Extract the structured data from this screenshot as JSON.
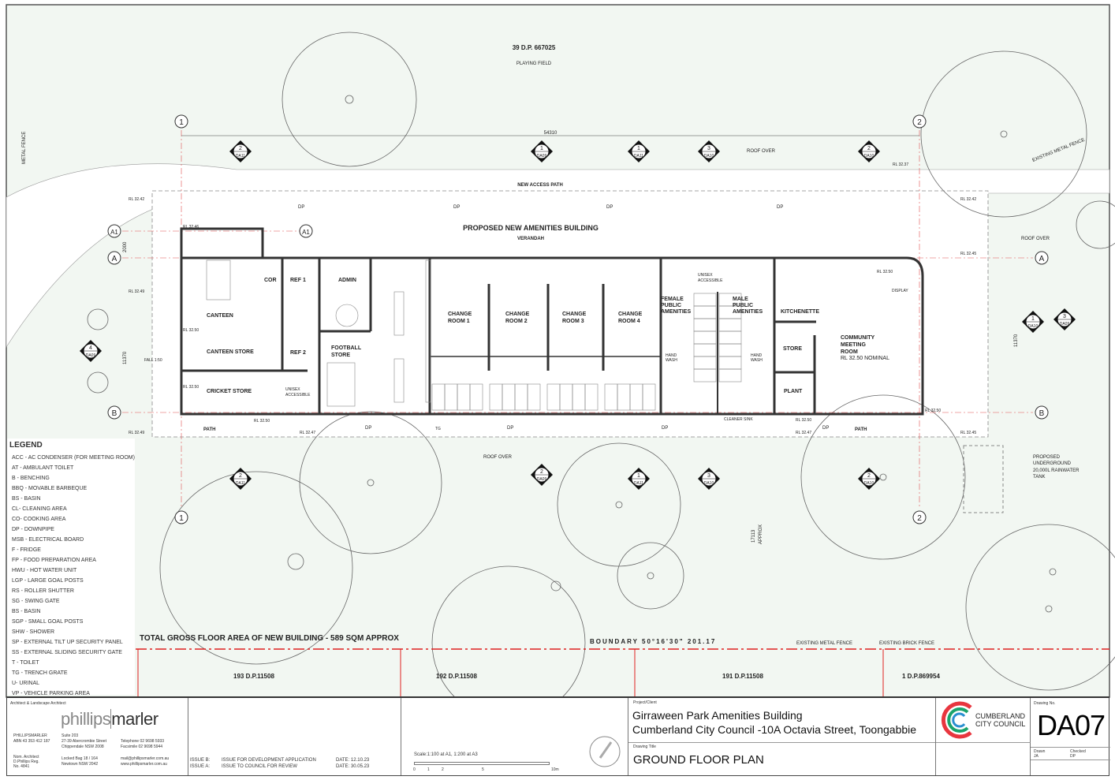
{
  "site": {
    "lot_top": "39 D.P. 667025",
    "lot_top_sub": "PLAYING FIELD",
    "metal_fence": "METAL FENCE",
    "existing_metal_fence_top": "EXISTING METAL FENCE",
    "access_path": "NEW ACCESS PATH",
    "overall_dim": "54310",
    "roof_over": "ROOF OVER",
    "building_title": "PROPOSED NEW AMENITIES BUILDING",
    "verandah": "VERANDAH",
    "dim_2000": "2000",
    "dim_11370": "11370",
    "dim_17113": "17113",
    "approx": "APPROX",
    "path": "PATH",
    "tank": [
      "PROPOSED",
      "UNDERGROUND",
      "20,000L RAINWATER",
      "TANK"
    ],
    "total_area": "TOTAL GROSS FLOOR AREA OF NEW BUILDING - 589 SQM APPROX",
    "boundary": "BOUNDARY  50°16'30\"  201.17",
    "existing_metal_fence": "EXISTING METAL FENCE",
    "existing_brick_fence": "EXISTING BRICK FENCE",
    "lots": [
      "193 D.P.11508",
      "192 D.P.11508",
      "191 D.P.11508",
      "1 D.P.869954"
    ],
    "grid": {
      "g1": "1",
      "g2": "2",
      "gA": "A",
      "gB": "B",
      "gA1": "A1"
    },
    "levels": {
      "rl3242": "RL 32.42",
      "rl3249": "RL 32.49",
      "rl3250": "RL 32.50",
      "rl3246": "RL 32.46",
      "rl3247": "RL 32.47",
      "rl3245": "RL 32.45",
      "rl3237": "RL 32.37"
    },
    "dp": "DP",
    "tg": "TG",
    "cleaner_sink": "CLEANER SINK",
    "fall": "FALL 1:50"
  },
  "sections": [
    {
      "num": "2",
      "ref": "DA11"
    },
    {
      "num": "1",
      "ref": "DA09"
    },
    {
      "num": "1",
      "ref": "DA11"
    },
    {
      "num": "3",
      "ref": "DA10"
    },
    {
      "num": "2",
      "ref": "DA10"
    },
    {
      "num": "1",
      "ref": "DA10"
    },
    {
      "num": "3",
      "ref": "DA09"
    },
    {
      "num": "4",
      "ref": "DA09"
    },
    {
      "num": "2",
      "ref": "DA11"
    },
    {
      "num": "2",
      "ref": "DA09"
    },
    {
      "num": "1",
      "ref": "DA11"
    },
    {
      "num": "3",
      "ref": "DA10"
    },
    {
      "num": "2",
      "ref": "DA10"
    }
  ],
  "rooms": {
    "canteen": "CANTEEN",
    "canteen_store": "CANTEEN STORE",
    "cricket_store": "CRICKET STORE",
    "cor": "COR",
    "ref1": "REF 1",
    "ref2": "REF 2",
    "admin": "ADMIN",
    "football_store": [
      "FOOTBALL",
      "STORE"
    ],
    "unisex": [
      "UNISEX",
      "ACCESSIBLE"
    ],
    "change": [
      [
        "CHANGE",
        "ROOM 1"
      ],
      [
        "CHANGE",
        "ROOM 2"
      ],
      [
        "CHANGE",
        "ROOM 3"
      ],
      [
        "CHANGE",
        "ROOM 4"
      ]
    ],
    "female": [
      "FEMALE",
      "PUBLIC",
      "AMENITIES"
    ],
    "male": [
      "MALE",
      "PUBLIC",
      "AMENITIES"
    ],
    "kitchenette": "KITCHENETTE",
    "store": "STORE",
    "plant": "PLANT",
    "community": [
      "COMMUNITY",
      "MEETING",
      "ROOM",
      "RL 32.50 NOMINAL"
    ],
    "hand_wash": [
      "HAND",
      "WASH"
    ],
    "display": "DISPLAY"
  },
  "legend": {
    "title": "LEGEND",
    "items": [
      "ACC - AC CONDENSER (FOR MEETING ROOM)",
      "AT - AMBULANT TOILET",
      "B - BENCHING",
      "BBQ - MOVABLE BARBEQUE",
      "BS - BASIN",
      "CL- CLEANING AREA",
      "CO- COOKING AREA",
      "DP - DOWNPIPE",
      "MSB - ELECTRICAL BOARD",
      "F - FRIDGE",
      "FP - FOOD PREPARATION AREA",
      "HWU - HOT WATER UNIT",
      "LGP - LARGE GOAL POSTS",
      "RS - ROLLER SHUTTER",
      "SG - SWING GATE",
      "BS - BASIN",
      "SGP - SMALL GOAL POSTS",
      "SHW - SHOWER",
      "SP - EXTERNAL TILT UP SECURITY PANEL",
      "SS - EXTERNAL SLIDING SECURITY GATE",
      "T - TOILET",
      "TG - TRENCH GRATE",
      "U- URINAL",
      "VP - VEHICLE PARKING AREA"
    ]
  },
  "title_block": {
    "architect_label": "Architect & Landscape Architect",
    "logo_a": "phillips",
    "logo_b": "marler",
    "firm": [
      "PHILLIPSMARLER",
      "ABN 43 353 412 187"
    ],
    "address": [
      "Suite 203",
      "27-39 Abercrombie Street",
      "Chippendale NSW 2008"
    ],
    "phone": [
      "Telephone 02 9698 5933",
      "Facsimile  02 9698 5944"
    ],
    "nominated": [
      "Nom. Architect",
      "D.Phillips Reg.",
      "No. 4841"
    ],
    "postal": [
      "Locked Bag 18 / 164",
      "Newtown NSW 2042"
    ],
    "web": [
      "mail@phillipsmarler.com.au",
      "www.phillipsmarler.com.au"
    ],
    "issues": [
      {
        "id": "ISSUE B:",
        "desc": "ISSUE FOR DEVELOPMENT APPLICATION",
        "date": "DATE: 12.10.23"
      },
      {
        "id": "ISSUE A:",
        "desc": "ISSUE TO COUNCIL FOR REVIEW",
        "date": "DATE: 30.05.23"
      }
    ],
    "scale": "Scale:1:100 at A1, 1:200 at A3",
    "scale_ticks": [
      "0",
      "1",
      "2",
      "5",
      "10m"
    ],
    "project_label": "Project/Client",
    "project": [
      "Girraween Park Amenities Building",
      "Cumberland City Council -10A Octavia Street, Toongabbie"
    ],
    "council": [
      "CUMBERLAND",
      "CITY COUNCIL"
    ],
    "drawing_title_label": "Drawing Title",
    "drawing_title": "GROUND FLOOR PLAN",
    "drawing_no_label": "Drawing No.",
    "drawing_no": "DA07",
    "drawn_label": "Drawn",
    "drawn": "JA",
    "checked_label": "Checked",
    "checked": "DP",
    "colors": {
      "red": "#e8363f",
      "green": "#1aa36b",
      "blue": "#2a8fd0"
    }
  }
}
